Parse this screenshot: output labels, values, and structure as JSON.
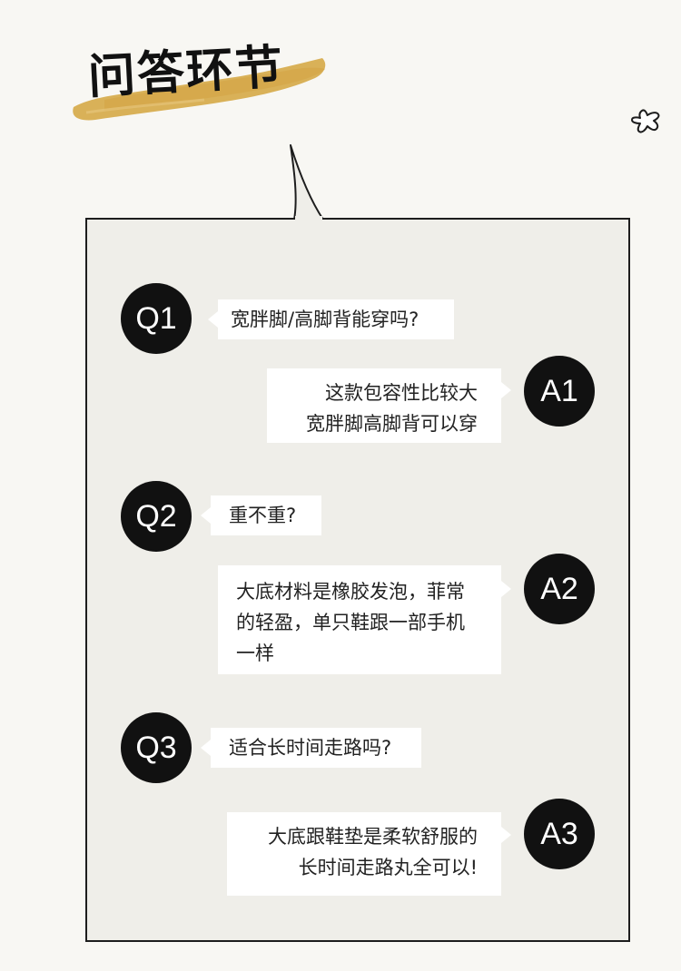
{
  "title": "问答环节",
  "colors": {
    "background": "#f8f7f3",
    "panel": "#efeee9",
    "brush": "#d9b158",
    "circle": "#111111",
    "bubble": "#ffffff"
  },
  "qa": [
    {
      "q_label": "Q1",
      "q_text": "宽胖脚/高脚背能穿吗?",
      "a_label": "A1",
      "a_lines": [
        "这款包容性比较大",
        "宽胖脚高脚背可以穿"
      ]
    },
    {
      "q_label": "Q2",
      "q_text": "重不重?",
      "a_label": "A2",
      "a_lines": [
        "大底材料是橡胶发泡，菲常",
        "的轻盈，单只鞋跟一部手机",
        "一样"
      ]
    },
    {
      "q_label": "Q3",
      "q_text": "适合长时间走路吗?",
      "a_label": "A3",
      "a_lines": [
        "大底跟鞋垫是柔软舒服的",
        "长时间走路丸全可以!"
      ]
    }
  ],
  "icons": {
    "decoration": "sparkle-star-icon"
  }
}
